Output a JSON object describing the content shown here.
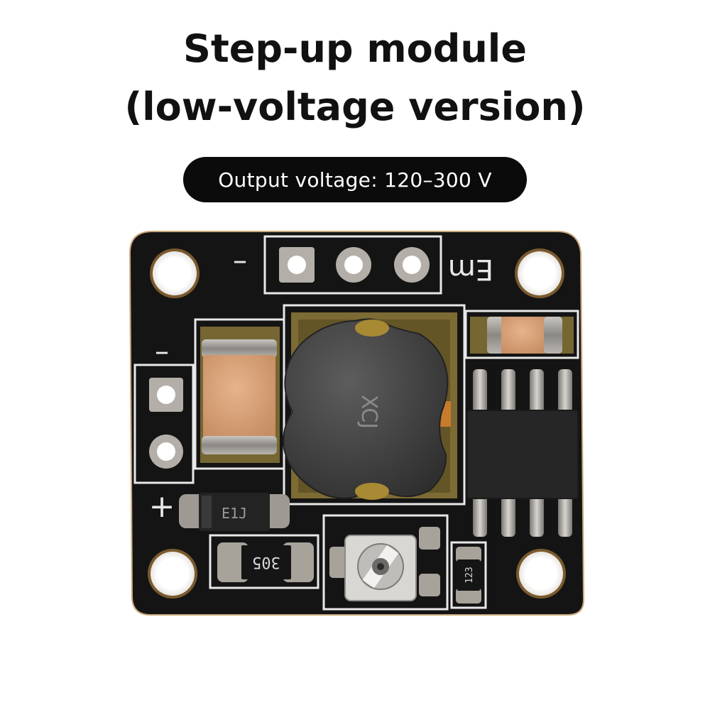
{
  "heading": {
    "line1": "Step-up module",
    "line2": "(low-voltage version)"
  },
  "badge": {
    "text": "Output voltage: 120–300 V"
  },
  "silkscreen": {
    "header_minus": "–",
    "header_label": "Em",
    "input_minus": "–",
    "input_plus": "+",
    "inductor_mark": "XCJ",
    "diode_code": "E1J",
    "resistor_code_305": "305",
    "resistor_code_123": "123"
  },
  "colors": {
    "pcb": "#131313",
    "silk": "#e8e8e8",
    "solder": "#a9a49c",
    "gold": "#a8892f",
    "ceramic": "#d9a27a"
  }
}
